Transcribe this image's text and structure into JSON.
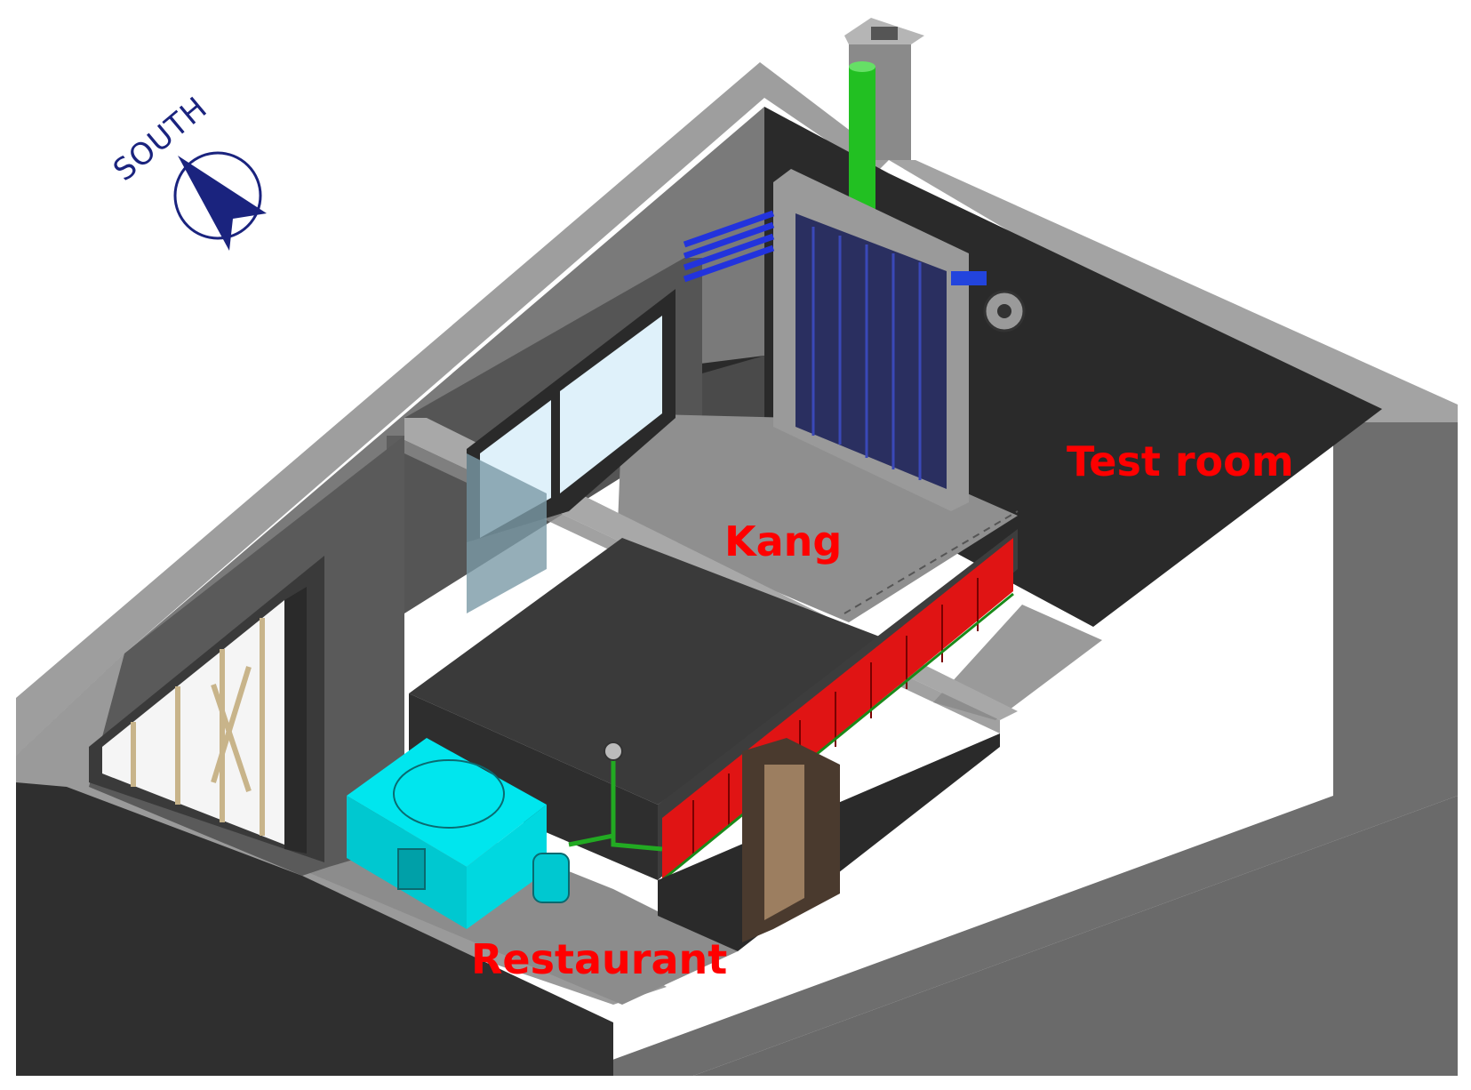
{
  "labels": {
    "compass": "SOUTH",
    "test_room": "Test room",
    "kang": "Kang",
    "restaurant": "Restaurant"
  },
  "colors": {
    "label_red": "#ff0000",
    "compass_navy": "#1a237e",
    "wall_mid": "#7a7a7a",
    "wall_top": "#9a9a9a",
    "floor_dark": "#2b2b2b",
    "floor_light": "#8c8c8c",
    "chimney_green": "#22c022",
    "tank_cyan": "#00e5ee",
    "radiator_red": "#ee1111",
    "pipe_blue": "#2233dd"
  }
}
